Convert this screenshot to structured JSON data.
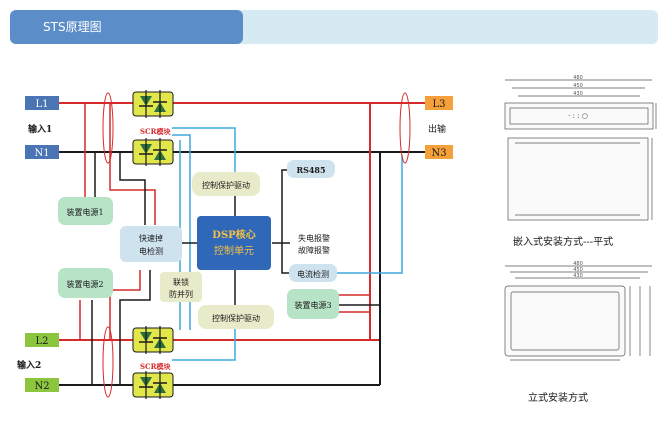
{
  "header": {
    "title": "STS原理图"
  },
  "terminals": {
    "l1": "L1",
    "n1": "N1",
    "l2": "L2",
    "n2": "N2",
    "l3": "L3",
    "n3": "N3"
  },
  "labels": {
    "input1": "输入1",
    "input2": "输入2",
    "output": "出输",
    "scr_top": "SCR模块",
    "scr_bottom": "SCR模块"
  },
  "blocks": {
    "power1": "装置电源1",
    "power2": "装置电源2",
    "power3": "装置电源3",
    "fast_detect_1": "快速掉",
    "fast_detect_2": "电检测",
    "ctrl_drive_top": "控制保护驱动",
    "ctrl_drive_bottom": "控制保护驱动",
    "dsp_1": "DSP核心",
    "dsp_2": "控制单元",
    "interlock_1": "联锁",
    "interlock_2": "防并列",
    "rs485": "RS485",
    "alarm_1": "失电报警",
    "alarm_2": "故障报警",
    "current_detect": "电流检测"
  },
  "install": {
    "embedded": "嵌入式安装方式---平式",
    "vertical": "立式安装方式",
    "dims_top": [
      "480",
      "450",
      "430"
    ],
    "dims_bottom": [
      "480",
      "450",
      "430"
    ]
  },
  "colors": {
    "header_tab": "#5b8ec9",
    "header_bar": "#d6eaf3",
    "terminal_blue": "#4a74b3",
    "terminal_green": "#8cc63f",
    "terminal_orange": "#f5a03a",
    "block_green": "#b7e4c7",
    "block_beige": "#e8ebc9",
    "block_blue": "#cfe3ef",
    "dsp_blue": "#2f68b8",
    "dsp_text": "#f6c142",
    "line_red": "#d62b2b",
    "line_black": "#1a1a1a",
    "line_cyan": "#3fa9dd",
    "scr_yellow": "#e1e64a"
  }
}
